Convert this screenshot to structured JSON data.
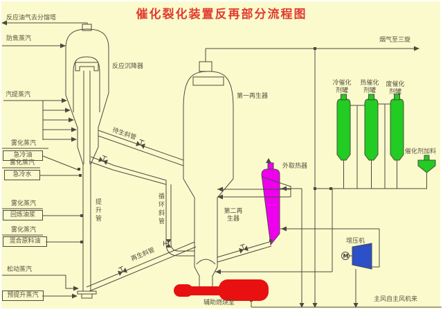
{
  "title": "催化裂化装置反再部分流程图",
  "colors": {
    "background": "#fafacd",
    "line": "#4a4a40",
    "title_red": "#e23b2e",
    "label_text": "#57523e",
    "magenta": "#ee00ee",
    "green": "#22cc22",
    "blue": "#2b50c8",
    "red": "#e81010"
  },
  "labels": {
    "offgas": "反应油气去分馏塔",
    "anti_coking_steam": "防焦蒸汽",
    "stripping_steam": "汽提蒸汽",
    "atomizing_steam": "雾化蒸汽",
    "quench_oil": "急冷油",
    "quench_water": "急冷水",
    "recycle_slurry": "回炼油浆",
    "mixed_feed": "混合原料油",
    "loosening_steam": "松动蒸汽",
    "prelift_steam": "预提升蒸汽",
    "settler": "反应沉降器",
    "riser": "提升管",
    "spent_pipe": "待生斜管",
    "circulating_pipe": "循环斜管",
    "regen_pipe": "再生斜管",
    "first_regenerator": "第一再生器",
    "second_regenerator": "第二再生器",
    "external_heat_remover": "外取热器",
    "aux_combustion": "辅助燃烧室",
    "booster": "增压机",
    "motor": "M",
    "cold_tank": "冷催化剂罐",
    "hot_tank": "热催化剂罐",
    "spent_tank": "废催化剂罐",
    "cat_loading": "催化剂加料",
    "flue_gas": "烟气至三旋",
    "main_air": "主风自主风机来"
  }
}
